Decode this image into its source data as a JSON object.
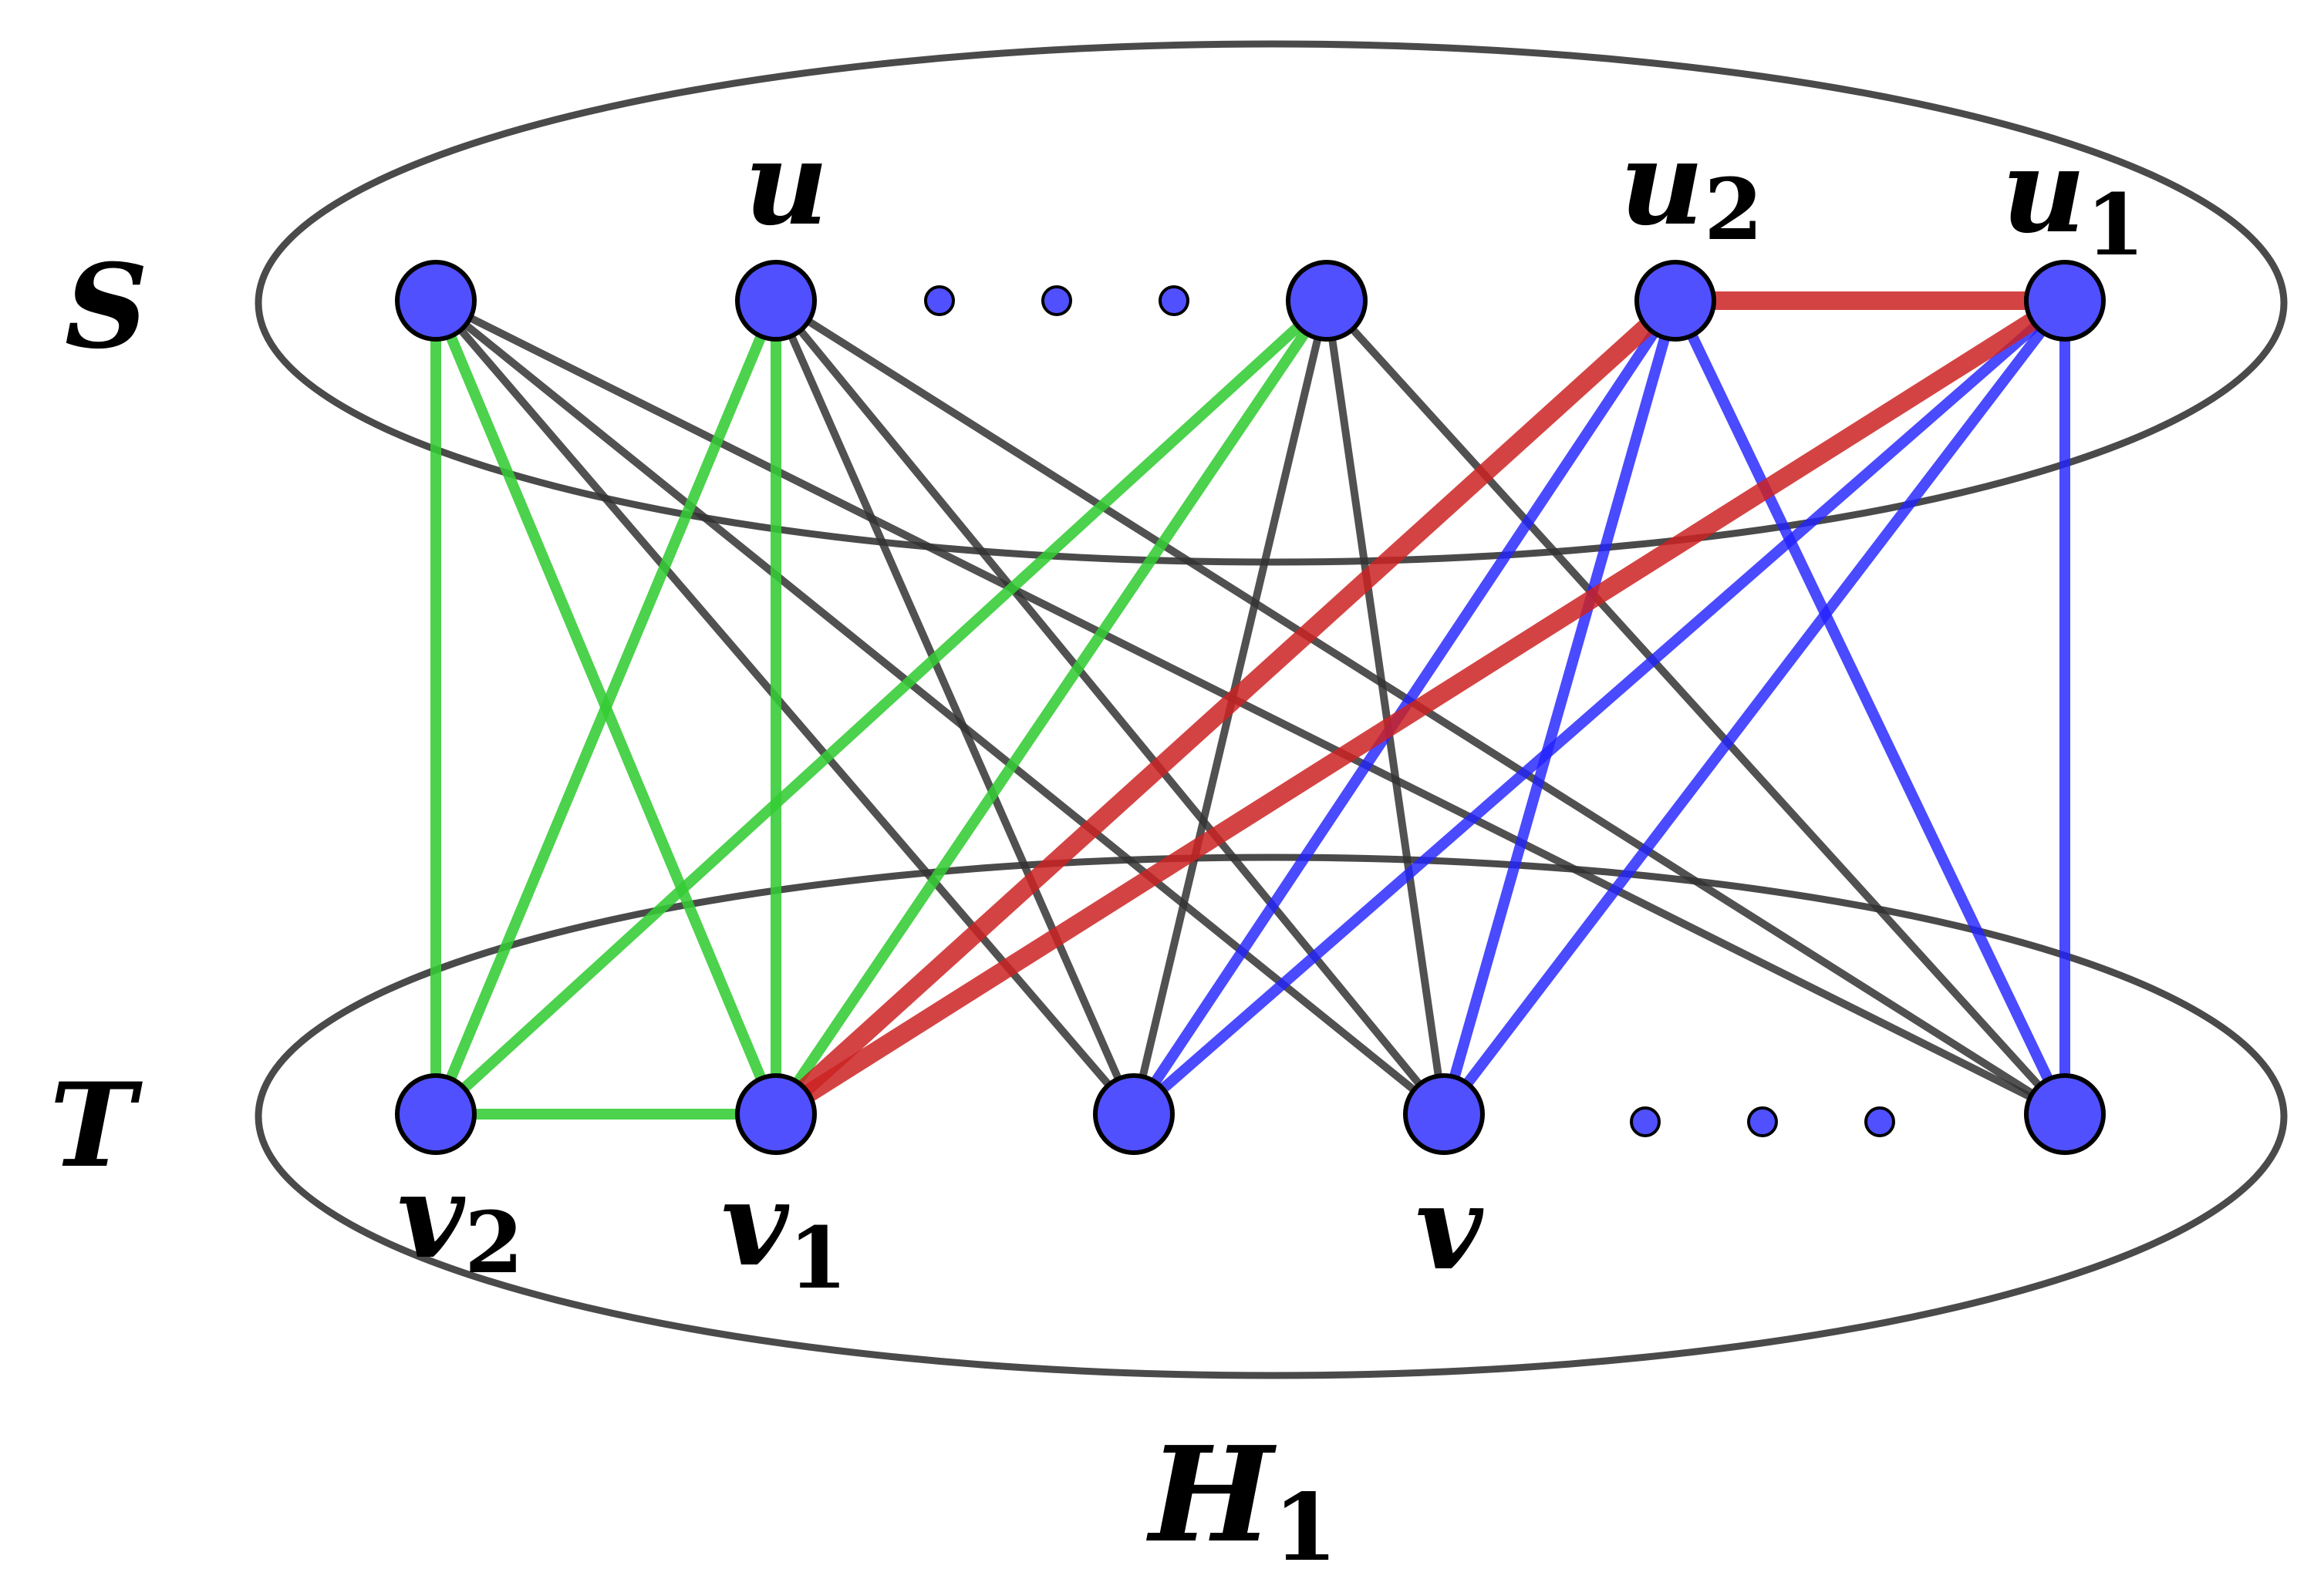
{
  "colors": {
    "vertex_fill": "#5050ff",
    "black_edge": "#333333",
    "green_edge": "#33cc33",
    "red_edge": "#cc2222",
    "blue_edge": "#2222ff",
    "ellipse_stroke": "#4a4a4a"
  },
  "sets": {
    "top_label": "S",
    "bottom_label": "T"
  },
  "graph_label": {
    "base": "H",
    "sub": "1"
  },
  "vertex_labels": {
    "u": {
      "base": "u",
      "sub": ""
    },
    "u2": {
      "base": "u",
      "sub": "2"
    },
    "u1": {
      "base": "u",
      "sub": "1"
    },
    "v2": {
      "base": "v",
      "sub": "2"
    },
    "v1": {
      "base": "v",
      "sub": "1"
    },
    "v": {
      "base": "v",
      "sub": ""
    }
  },
  "vertices": [
    {
      "id": "s1",
      "set": "S",
      "label": ""
    },
    {
      "id": "u",
      "set": "S",
      "label": "u"
    },
    {
      "id": "s3",
      "set": "S",
      "label": ""
    },
    {
      "id": "u2",
      "set": "S",
      "label": "u2"
    },
    {
      "id": "u1",
      "set": "S",
      "label": "u1"
    },
    {
      "id": "v2",
      "set": "T",
      "label": "v2"
    },
    {
      "id": "v1",
      "set": "T",
      "label": "v1"
    },
    {
      "id": "t3",
      "set": "T",
      "label": ""
    },
    {
      "id": "v",
      "set": "T",
      "label": "v"
    },
    {
      "id": "t5",
      "set": "T",
      "label": ""
    }
  ],
  "edges": [
    {
      "from": "s1",
      "to": "t3",
      "color": "black"
    },
    {
      "from": "s1",
      "to": "v",
      "color": "black"
    },
    {
      "from": "s1",
      "to": "t5",
      "color": "black"
    },
    {
      "from": "u",
      "to": "t3",
      "color": "black"
    },
    {
      "from": "u",
      "to": "v",
      "color": "black"
    },
    {
      "from": "u",
      "to": "t5",
      "color": "black"
    },
    {
      "from": "s3",
      "to": "t3",
      "color": "black"
    },
    {
      "from": "s3",
      "to": "v",
      "color": "black"
    },
    {
      "from": "s3",
      "to": "t5",
      "color": "black"
    },
    {
      "from": "s1",
      "to": "v2",
      "color": "green"
    },
    {
      "from": "s1",
      "to": "v1",
      "color": "green"
    },
    {
      "from": "u",
      "to": "v2",
      "color": "green"
    },
    {
      "from": "u",
      "to": "v1",
      "color": "green"
    },
    {
      "from": "s3",
      "to": "v2",
      "color": "green"
    },
    {
      "from": "s3",
      "to": "v1",
      "color": "green"
    },
    {
      "from": "v2",
      "to": "v1",
      "color": "green"
    },
    {
      "from": "u2",
      "to": "t3",
      "color": "blue"
    },
    {
      "from": "u2",
      "to": "v",
      "color": "blue"
    },
    {
      "from": "u2",
      "to": "t5",
      "color": "blue"
    },
    {
      "from": "u1",
      "to": "t3",
      "color": "blue"
    },
    {
      "from": "u1",
      "to": "v",
      "color": "blue"
    },
    {
      "from": "u1",
      "to": "t5",
      "color": "blue"
    },
    {
      "from": "u2",
      "to": "v1",
      "color": "red"
    },
    {
      "from": "u1",
      "to": "v1",
      "color": "red"
    },
    {
      "from": "u2",
      "to": "u1",
      "color": "red"
    }
  ],
  "ellipsis_dots": {
    "top_count": 3,
    "bottom_count": 3
  }
}
